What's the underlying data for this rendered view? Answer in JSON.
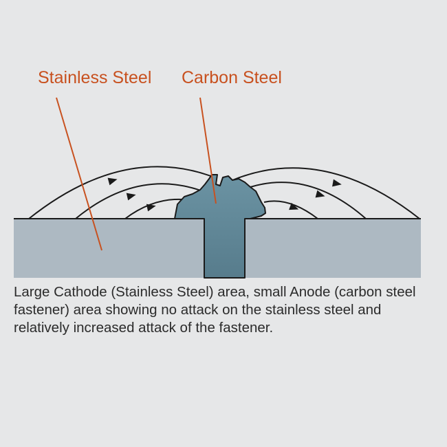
{
  "labels": {
    "stainless": "Stainless Steel",
    "carbon": "Carbon Steel"
  },
  "caption": "Large Cathode (Stainless Steel) area, small Anode (carbon steel fastener) area showing no attack on the stainless steel and relatively increased attack of the fastener.",
  "colors": {
    "background": "#e6e7e8",
    "label": "#c8511f",
    "stainless_plate": "#adb9c2",
    "carbon_fastener": "#5f8494",
    "outline": "#1a1a1a",
    "caption_text": "#2b2b2b"
  }
}
